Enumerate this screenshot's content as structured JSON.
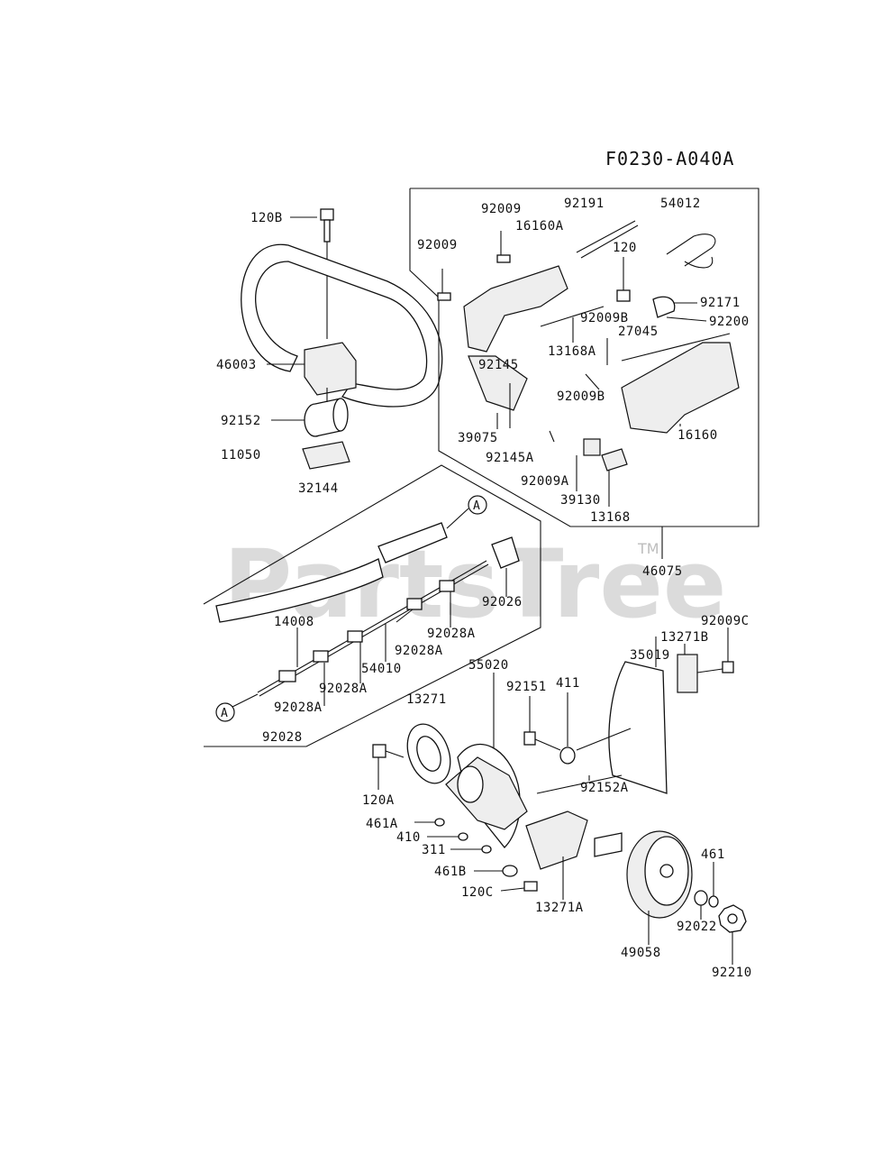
{
  "diagram_code": "F0230-A040A",
  "watermark": {
    "text": "PartsTree",
    "tm": "TM"
  },
  "callouts": {
    "a1": "A",
    "a2": "A"
  },
  "labels": {
    "p120B": "120B",
    "p46003": "46003",
    "p92152": "92152",
    "p11050": "11050",
    "p32144": "32144",
    "p92009_top": "92009",
    "p16160A": "16160A",
    "p92191": "92191",
    "p54012": "54012",
    "p92009_left": "92009",
    "p120": "120",
    "p92171": "92171",
    "p92009B_top": "92009B",
    "p92200": "92200",
    "p27045": "27045",
    "p13168A": "13168A",
    "p92145": "92145",
    "p39075": "39075",
    "p92145A": "92145A",
    "p92009B_mid": "92009B",
    "p16160": "16160",
    "p92009A": "92009A",
    "p39130": "39130",
    "p13168": "13168",
    "p46075": "46075",
    "p92026": "92026",
    "p14008": "14008",
    "p92028A_1": "92028A",
    "p92028A_2": "92028A",
    "p54010": "54010",
    "p92028A_3": "92028A",
    "p92028A_4": "92028A",
    "p92028": "92028",
    "p55020": "55020",
    "p13271": "13271",
    "p92151": "92151",
    "p411": "411",
    "p35019": "35019",
    "p13271B": "13271B",
    "p92009C": "92009C",
    "p120A": "120A",
    "p92152A": "92152A",
    "p461A": "461A",
    "p410": "410",
    "p311": "311",
    "p461B": "461B",
    "p120C": "120C",
    "p13271A": "13271A",
    "p461": "461",
    "p49058": "49058",
    "p92022": "92022",
    "p92210": "92210"
  }
}
